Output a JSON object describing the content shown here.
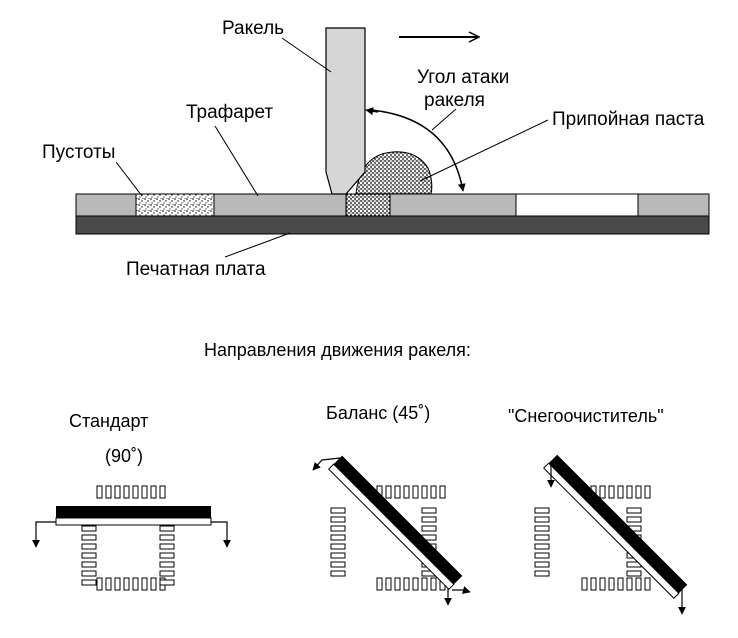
{
  "top": {
    "labels": {
      "squeegee": "Ракель",
      "angle_line1": "Угол атаки",
      "angle_line2": "ракеля",
      "stencil": "Трафарет",
      "solder_paste": "Припойная паста",
      "voids": "Пустоты",
      "pcb": "Печатная плата"
    }
  },
  "directions": {
    "heading": "Направления движения ракеля:",
    "standard_line1": "Стандарт",
    "standard_line2": "(90˚)",
    "balance": "Баланс (45˚)",
    "snowplow": "\"Снегоочиститель\""
  },
  "colors": {
    "stencil": "#b9b9b9",
    "pcb": "#4a4a4a",
    "squeegee": "#d6d6d6",
    "blade": "#000000"
  }
}
